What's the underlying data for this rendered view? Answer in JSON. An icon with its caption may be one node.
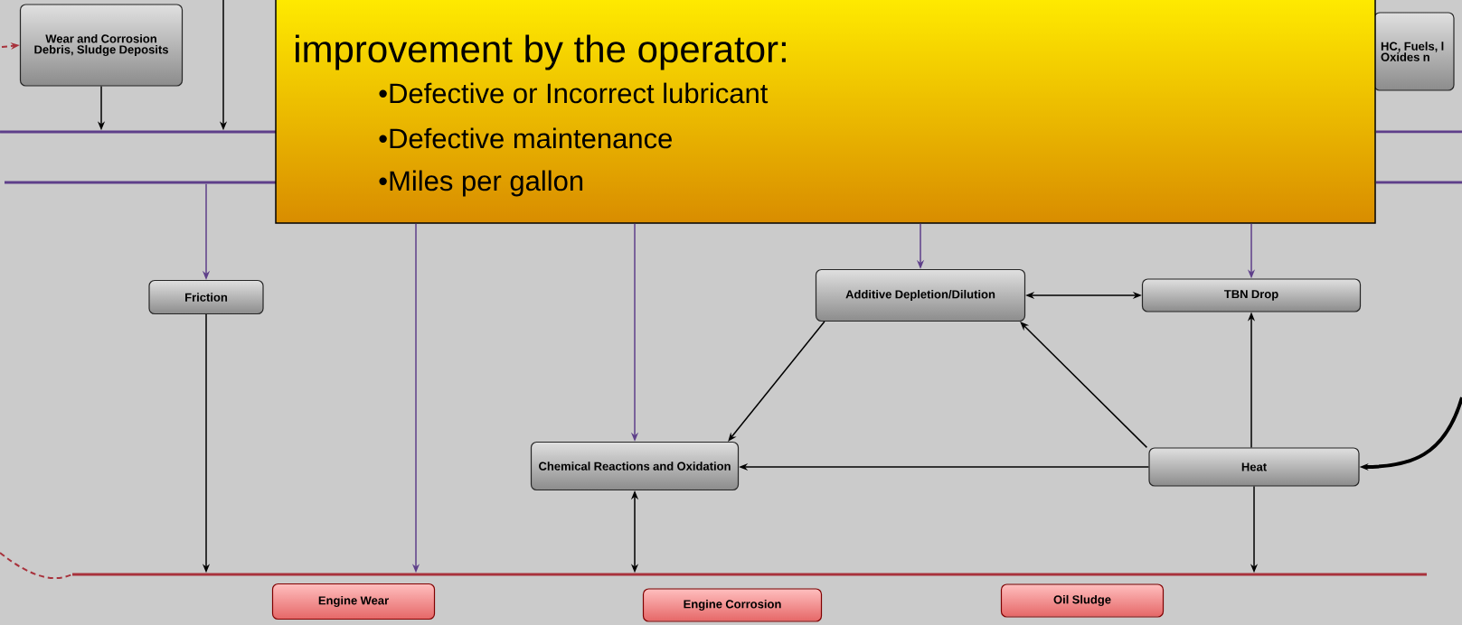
{
  "diagram": {
    "nodes": [
      {
        "text": [
          "Wear and Corrosion Debris, Sludge Deposits"
        ]
      },
      {
        "text": [
          "improvement by the operator:",
          "•Defective or Incorrect lubricant",
          "•Defective maintenance",
          "•Miles per gallon"
        ]
      },
      {
        "text": [
          "HC, Fuels, l Oxides n"
        ]
      },
      {
        "text": [],
        "shape": "bar"
      },
      {
        "text": [],
        "shape": "bar"
      },
      {
        "text": [],
        "shape": "bar"
      },
      {
        "text": [],
        "shape": "bar"
      },
      {
        "text": [
          "Friction"
        ]
      },
      {
        "text": [
          "Additive Depletion/Dilution"
        ]
      },
      {
        "text": [
          "TBN Drop"
        ]
      },
      {
        "text": [
          "Chemical Reactions and Oxidation"
        ]
      },
      {
        "text": [
          "Heat"
        ]
      },
      {
        "text": [],
        "shape": "bar"
      },
      {
        "text": [
          "Engine Wear"
        ]
      },
      {
        "text": [
          "Engine Corrosion"
        ]
      },
      {
        "text": [
          "Oil Sludge"
        ]
      }
    ],
    "edges": [
      {
        "from": 0,
        "to": 3,
        "arrow": "to"
      },
      {
        "from": null,
        "to": 3,
        "arrow": "to"
      },
      {
        "from": null,
        "to": 0,
        "arrow": "to",
        "style": "dashed",
        "color": "#a8323c"
      },
      {
        "from": 5,
        "to": 7,
        "arrow": "to",
        "color": "#5e3f8a"
      },
      {
        "from": 1,
        "to": 12,
        "arrow": "to",
        "color": "#5e3f8a"
      },
      {
        "from": 1,
        "to": 10,
        "arrow": "to",
        "color": "#5e3f8a"
      },
      {
        "from": 1,
        "to": 8,
        "arrow": "to",
        "color": "#5e3f8a"
      },
      {
        "from": 1,
        "to": 9,
        "arrow": "to",
        "color": "#5e3f8a"
      },
      {
        "from": 7,
        "to": 12,
        "arrow": "to"
      },
      {
        "from": 8,
        "to": 9,
        "arrow": "both"
      },
      {
        "from": 8,
        "to": 10,
        "arrow": "to"
      },
      {
        "from": 11,
        "to": 8,
        "arrow": "to"
      },
      {
        "from": 11,
        "to": 9,
        "arrow": "to"
      },
      {
        "from": 11,
        "to": 10,
        "arrow": "to"
      },
      {
        "from": 11,
        "to": 12,
        "arrow": "to"
      },
      {
        "from": 10,
        "to": 12,
        "arrow": "both"
      },
      {
        "from": null,
        "to": 11,
        "arrow": "to",
        "style": "thick"
      },
      {
        "from": null,
        "to": 12,
        "arrow": "none",
        "style": "dashed",
        "color": "#a8323c"
      }
    ]
  }
}
